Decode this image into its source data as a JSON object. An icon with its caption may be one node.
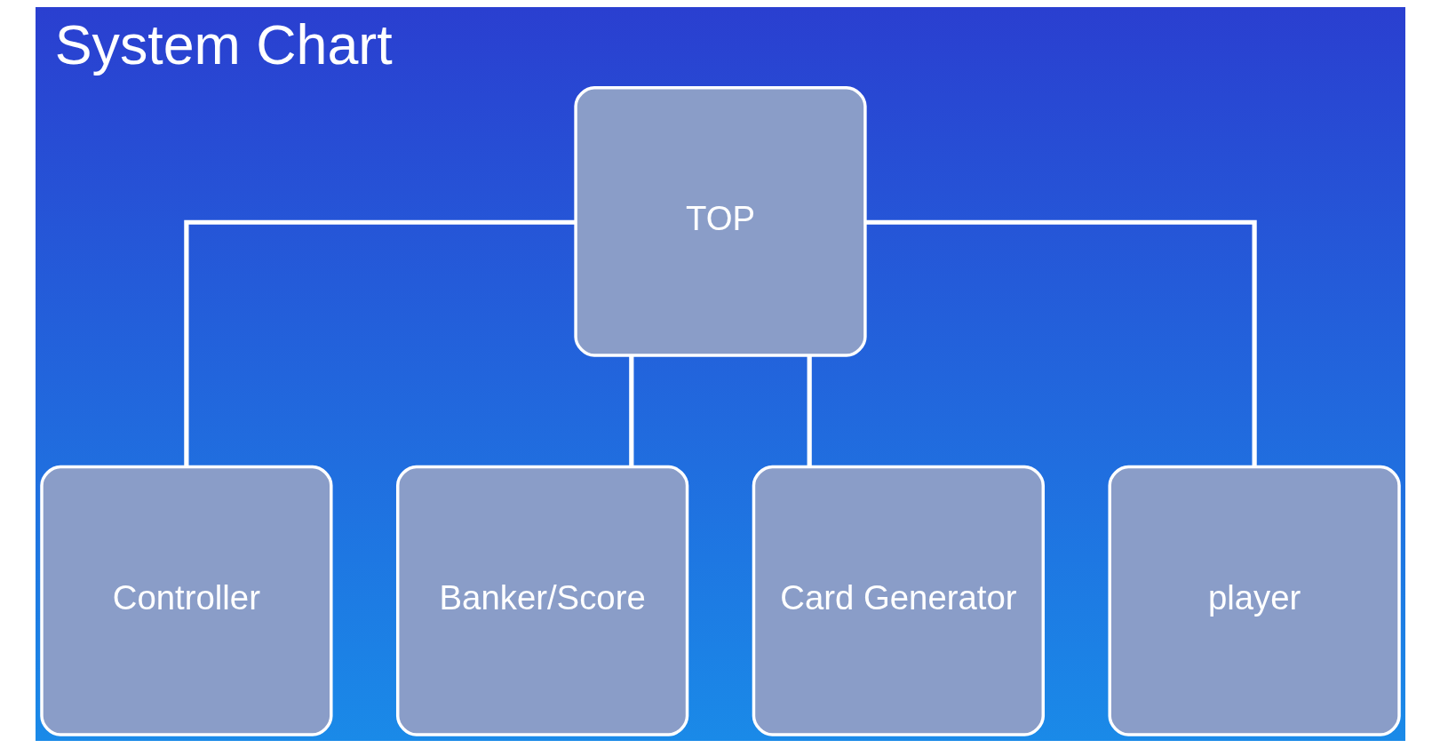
{
  "diagram": {
    "title": "System Chart",
    "nodes": [
      {
        "text": [
          "TOP"
        ]
      },
      {
        "text": [
          "Controller"
        ]
      },
      {
        "text": [
          "Banker/Score"
        ]
      },
      {
        "text": [
          "Card Generator"
        ]
      },
      {
        "text": [
          "player"
        ]
      }
    ],
    "edges": [
      {
        "from": 0,
        "to": 1,
        "arrow": "none"
      },
      {
        "from": 0,
        "to": 2,
        "arrow": "none"
      },
      {
        "from": 0,
        "to": 3,
        "arrow": "none"
      },
      {
        "from": 0,
        "to": 4,
        "arrow": "none"
      }
    ]
  }
}
